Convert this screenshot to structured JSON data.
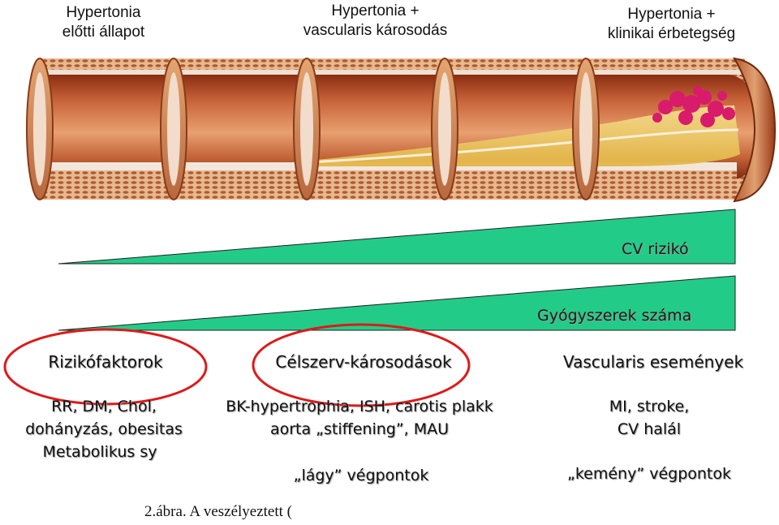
{
  "stages": [
    {
      "line1": "Hypertonia",
      "line2": "előtti állapot"
    },
    {
      "line1": "Hypertonia +",
      "line2": "vascularis károsodás"
    },
    {
      "line1": "Hypertonia +",
      "line2": "klinikai érbetegség"
    }
  ],
  "bars": {
    "cv_risk_label": "CV rizikó",
    "drug_count_label": "Gyógyszerek száma",
    "color": "#22cc88"
  },
  "sections": {
    "risk_factors": {
      "title": "Rizikófaktorok",
      "line1": "RR, DM, Chol,",
      "line2": "dohányzás, obesitas",
      "line3": "Metabolikus sy"
    },
    "organ_damage": {
      "title": "Célszerv-károsodások",
      "line1": "BK-hypertrophia, ISH, carotis plakk",
      "line2": "aorta „stiffening”, MAU",
      "endpoint": "„lágy” végpontok"
    },
    "vascular_events": {
      "title": "Vascularis események",
      "line1": "MI, stroke,",
      "line2": "CV halál",
      "endpoint": "„kemény” végpontok"
    }
  },
  "highlight_color": "#dd1a1a",
  "caption": "2.ábra. A veszélyeztett ("
}
